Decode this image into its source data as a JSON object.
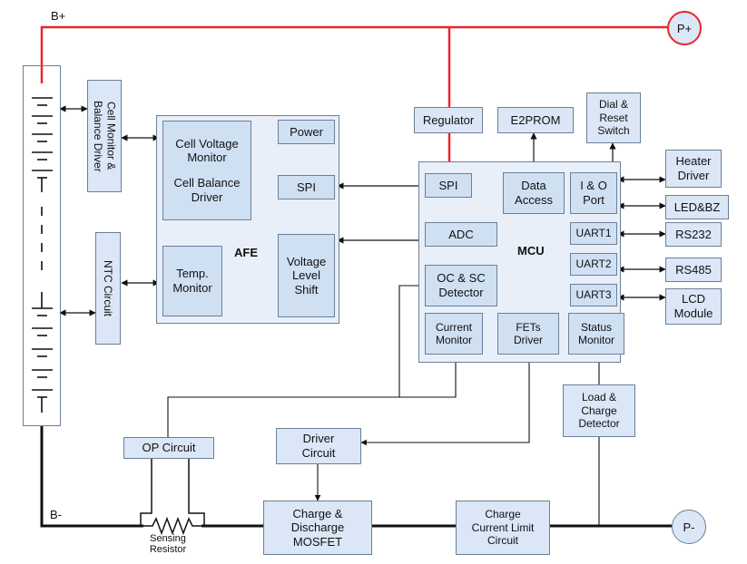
{
  "labels": {
    "b_plus": "B+",
    "b_minus": "B-",
    "p_plus": "P+",
    "p_minus": "P-",
    "sensing_resistor": "Sensing\nResistor"
  },
  "blocks": {
    "cell_monitor": "Cell Monitor &\nBalance Driver",
    "ntc_circuit": "NTC Circuit",
    "afe_title": "AFE",
    "cell_voltage_monitor": "Cell Voltage\nMonitor",
    "cell_balance_driver": "Cell Balance\nDriver",
    "temp_monitor": "Temp.\nMonitor",
    "power": "Power",
    "afe_spi": "SPI",
    "voltage_level_shift": "Voltage\nLevel\nShift",
    "regulator": "Regulator",
    "e2prom": "E2PROM",
    "dial_reset": "Dial &\nReset\nSwitch",
    "mcu_title": "MCU",
    "mcu_spi": "SPI",
    "data_access": "Data\nAccess",
    "io_port": "I & O\nPort",
    "adc": "ADC",
    "uart1": "UART1",
    "uart2": "UART2",
    "uart3": "UART3",
    "oc_sc_detector": "OC & SC\nDetector",
    "current_monitor": "Current\nMonitor",
    "fets_driver": "FETs\nDriver",
    "status_monitor": "Status\nMonitor",
    "heater_driver": "Heater\nDriver",
    "led_bz": "LED&BZ",
    "rs232": "RS232",
    "rs485": "RS485",
    "lcd_module": "LCD\nModule",
    "load_charge_detector": "Load &\nCharge\nDetector",
    "op_circuit": "OP Circuit",
    "driver_circuit": "Driver\nCircuit",
    "charge_discharge_mosfet": "Charge &\nDischarge\nMOSFET",
    "charge_current_limit": "Charge\nCurrent Limit\nCircuit"
  },
  "colors": {
    "positive_rail": "#e8262a",
    "negative_rail": "#111111",
    "block_fill": "#dbe7f6",
    "block_border": "#6b7f99"
  }
}
